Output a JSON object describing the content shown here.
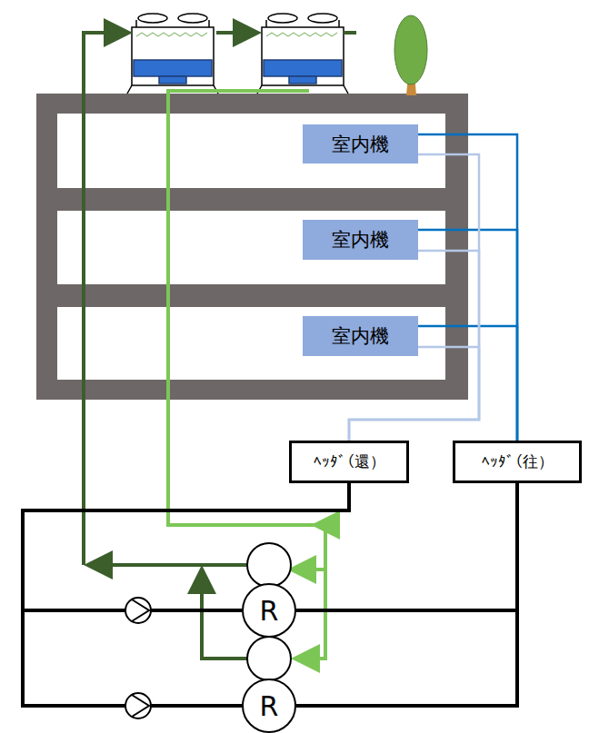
{
  "diagram": {
    "nodes": [
      {
        "text": [
          "室内機"
        ]
      },
      {
        "text": [
          "室内機"
        ]
      },
      {
        "text": [
          "室内機"
        ]
      },
      {
        "text": [
          "ﾍｯﾀﾞ（還）"
        ]
      },
      {
        "text": [
          "ﾍｯﾀﾞ（往）"
        ]
      },
      {
        "text": [
          "R"
        ]
      },
      {
        "text": [
          "R"
        ]
      }
    ],
    "edges": [
      {
        "from": 0,
        "to": 4,
        "arrow": "none"
      },
      {
        "from": 1,
        "to": 4,
        "arrow": "none"
      },
      {
        "from": 2,
        "to": 4,
        "arrow": "none"
      },
      {
        "from": 0,
        "to": 3,
        "arrow": "none"
      },
      {
        "from": 1,
        "to": 3,
        "arrow": "none"
      },
      {
        "from": 2,
        "to": 3,
        "arrow": "none"
      },
      {
        "from": 3,
        "to": 5,
        "arrow": "none"
      },
      {
        "from": 3,
        "to": 6,
        "arrow": "none"
      },
      {
        "from": 5,
        "to": 4,
        "arrow": "none"
      },
      {
        "from": 6,
        "to": 4,
        "arrow": "none"
      }
    ]
  }
}
